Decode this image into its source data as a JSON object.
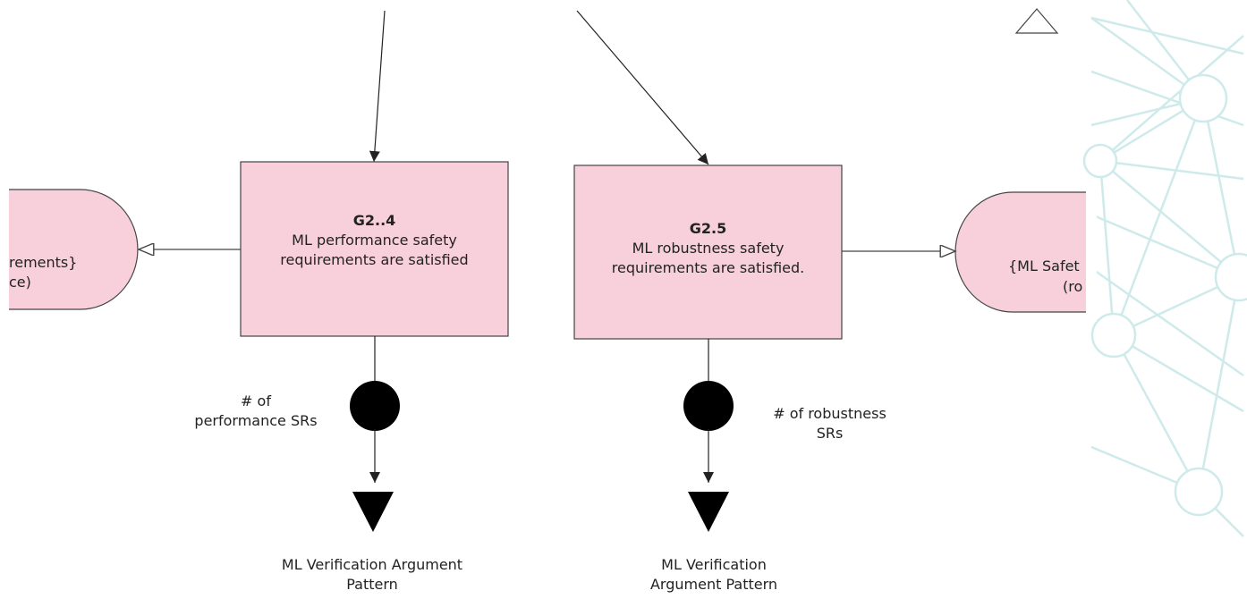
{
  "goals": [
    {
      "id": "G2..4",
      "text": "ML performance safety requirements are satisfied"
    },
    {
      "id": "G2.5",
      "text": "ML robustness safety requirements are satisfied."
    }
  ],
  "away_goal_left": {
    "line1": "rements}",
    "line2": "ce)"
  },
  "away_goal_right": {
    "line1": "{ML Safet",
    "line2": "(ro"
  },
  "multiplicity_labels": [
    {
      "text": "# of performance SRs"
    },
    {
      "text": "# of robustness SRs"
    }
  ],
  "pattern_refs": [
    {
      "text": "ML Verification Argument Pattern"
    },
    {
      "text": "ML Verification Argument Pattern"
    }
  ],
  "colors": {
    "goal_fill": "#f8d0dc",
    "goal_stroke": "#444444",
    "network_stroke": "#cfeaea"
  },
  "icons": [
    "undeveloped-triangle-icon",
    "network-watermark-icon"
  ]
}
